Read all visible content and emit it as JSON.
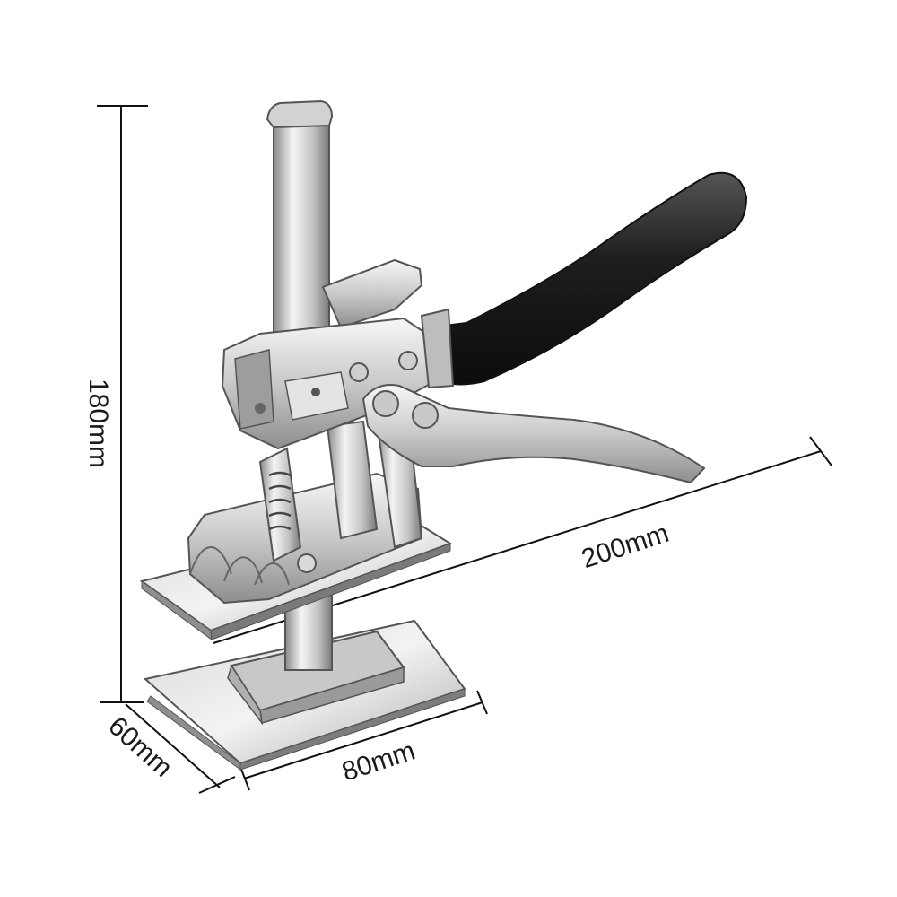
{
  "dimensions": {
    "height": "180mm",
    "length": "200mm",
    "width": "80mm",
    "depth": "60mm"
  },
  "colors": {
    "line": "#111111",
    "steel_light": "#f2f2f2",
    "steel_mid": "#b8b8b8",
    "steel_dark": "#6e6e6e",
    "grip": "#1c1c1c"
  }
}
